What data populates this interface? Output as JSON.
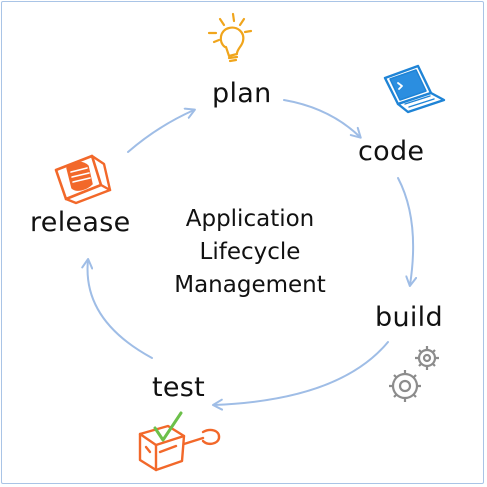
{
  "title": [
    "Application",
    "Lifecycle",
    "Management"
  ],
  "stages": {
    "plan": "plan",
    "code": "code",
    "build": "build",
    "test": "test",
    "release": "release"
  },
  "icons": {
    "plan": "lightbulb-icon",
    "code": "laptop-icon",
    "build": "gears-icon",
    "test": "checked-package-icon",
    "release": "release-package-icon"
  },
  "colors": {
    "arrow": "#9fbde6",
    "orange": "#f2682a",
    "bulb": "#f0a51c",
    "laptop": "#1f84d6",
    "gear": "#8c8c8c",
    "check": "#6cc04a",
    "border": "#a9c4e6"
  }
}
